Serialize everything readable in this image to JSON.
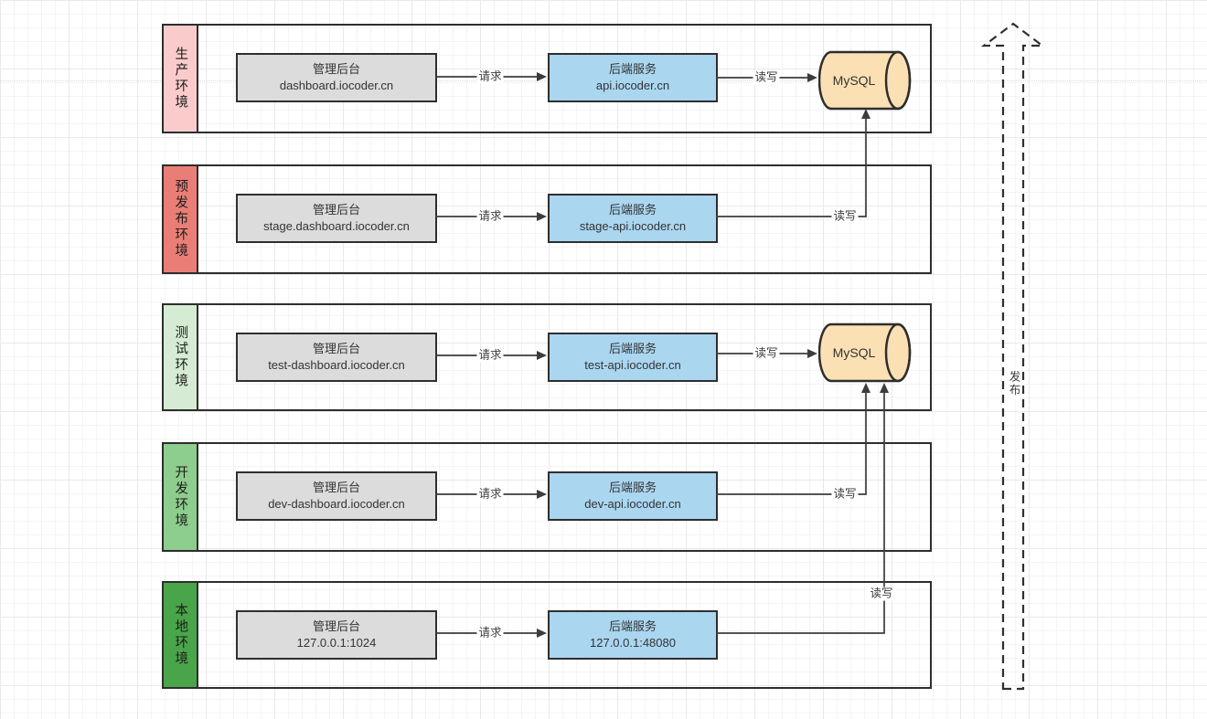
{
  "labels": {
    "request": "请求",
    "readwrite": "读写",
    "mysql": "MySQL",
    "publish": "发布"
  },
  "envs": [
    {
      "name": "生产环境",
      "color": "#f9cbcb",
      "dashboard": {
        "title": "管理后台",
        "host": "dashboard.iocoder.cn"
      },
      "backend": {
        "title": "后端服务",
        "host": "api.iocoder.cn"
      }
    },
    {
      "name": "预发布环境",
      "color": "#ea7e76",
      "dashboard": {
        "title": "管理后台",
        "host": "stage.dashboard.iocoder.cn"
      },
      "backend": {
        "title": "后端服务",
        "host": "stage-api.iocoder.cn"
      }
    },
    {
      "name": "测试环境",
      "color": "#d5ebd3",
      "dashboard": {
        "title": "管理后台",
        "host": "test-dashboard.iocoder.cn"
      },
      "backend": {
        "title": "后端服务",
        "host": "test-api.iocoder.cn"
      }
    },
    {
      "name": "开发环境",
      "color": "#8dcd8d",
      "dashboard": {
        "title": "管理后台",
        "host": "dev-dashboard.iocoder.cn"
      },
      "backend": {
        "title": "后端服务",
        "host": "dev-api.iocoder.cn"
      }
    },
    {
      "name": "本地环境",
      "color": "#4aa54a",
      "dashboard": {
        "title": "管理后台",
        "host": "127.0.0.1:1024"
      },
      "backend": {
        "title": "后端服务",
        "host": "127.0.0.1:48080"
      }
    }
  ]
}
